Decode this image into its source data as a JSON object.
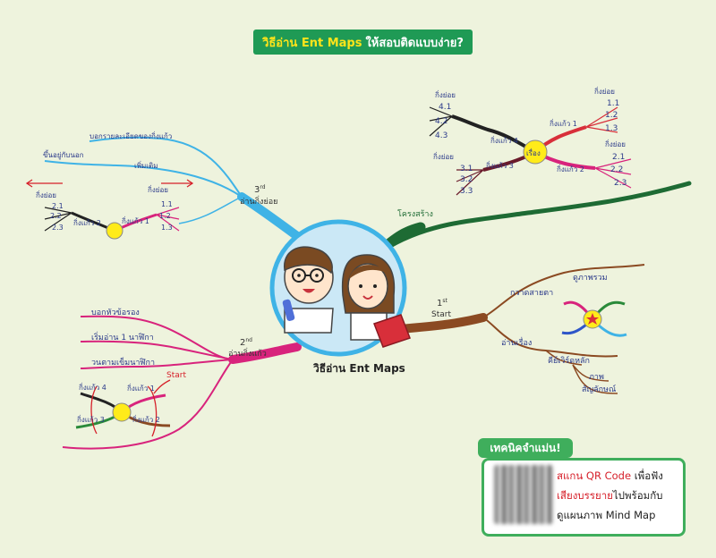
{
  "title": {
    "highlight": "วิธีอ่าน Ent Maps",
    "rest": "ให้สอบติดแบบง่าย?"
  },
  "center_label": "วิธีอ่าน Ent Maps",
  "colors": {
    "background": "#eef3dd",
    "title_bg": "#1f9a55",
    "title_highlight": "#ffe41a",
    "center_ring": "#4fb8e6",
    "tip_green": "#3fae5c"
  },
  "branches": {
    "first": {
      "label": "1",
      "sup": "st",
      "sub": "Start",
      "color": "#8b4a22"
    },
    "second": {
      "label": "2",
      "sup": "nd",
      "sub": "อ่านกิ่งแก้ว",
      "color": "#d8237c"
    },
    "third": {
      "label": "3",
      "sup": "rd",
      "sub": "อ่านกิ่งย่อย",
      "color": "#3fb3e6"
    },
    "structure": {
      "label": "โครงสร้าง",
      "color": "#1e6b34"
    }
  },
  "first_items": {
    "scan": "กวาดสายตา",
    "overview": "ดูภาพรวม",
    "story": "อ่านเรื่อง",
    "keywords": "คีย์เวิร์ดหลัก",
    "image": "ภาพ",
    "symbol": "สัญลักษณ์"
  },
  "second_items": {
    "i1": "บอกหัวข้อรอง",
    "i2": "เริ่มอ่าน 1 นาฬิกา",
    "i3": "วนตามเข็มนาฬิกา",
    "start": "Start"
  },
  "third_items": {
    "i1": "บอกรายละเอียดของกิ่งแก้ว",
    "i2": "เพิ่มเติม",
    "i3": "ขึ้นอยู่กับนอก"
  },
  "structure_diagram": {
    "center": "เรื่อง",
    "g1": "กิ่งแก้ว 1",
    "g2": "กิ่งแก้ว 2",
    "g3": "กิ่งแก้ว 3",
    "g4": "กิ่งแก้ว 4",
    "sub": "กิ่งย่อย",
    "l11": "1.1",
    "l12": "1.2",
    "l13": "1.3",
    "l21": "2.1",
    "l22": "2.2",
    "l23": "2.3",
    "l31": "3.1",
    "l32": "3.2",
    "l33": "3.3",
    "l41": "4.1",
    "l42": "4.2",
    "l43": "4.3"
  },
  "left_mini": {
    "g1": "กิ่งแก้ว 1",
    "g2": "กิ่งแก้ว 2",
    "sub": "กิ่งย่อย",
    "a1": "1.1",
    "a2": "1.2",
    "a3": "1.3",
    "b1": "2.1",
    "b2": "2.2",
    "b3": "2.3"
  },
  "clock_mini": {
    "g1": "กิ่งแก้ว 1",
    "g2": "กิ่งแก้ว 2",
    "g3": "กิ่งแก้ว 3",
    "g4": "กิ่งแก้ว 4"
  },
  "tip": {
    "head": "เทคนิคจำแม่น!",
    "l1a": "สแกน QR Code ",
    "l1b": "เพื่อฟัง",
    "l2a": "เสียงบรรยาย",
    "l2b": "ไปพร้อมกับ",
    "l3": "ดูแผนภาพ Mind Map"
  }
}
